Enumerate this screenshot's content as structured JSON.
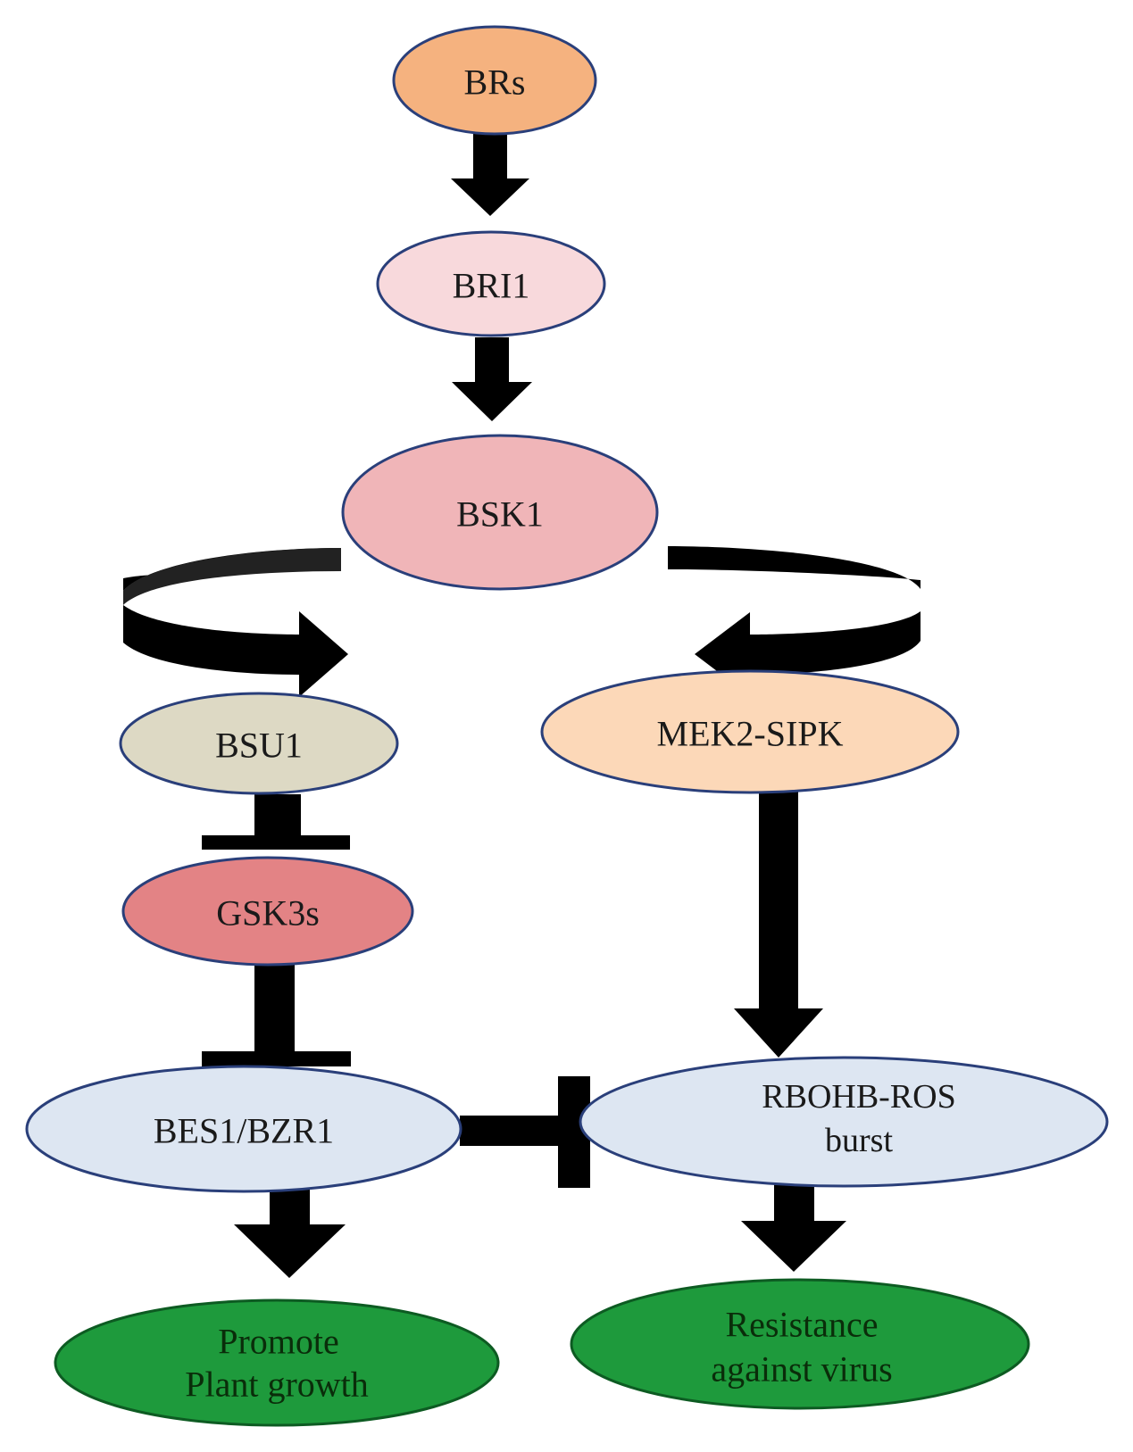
{
  "diagram": {
    "nodes": {
      "brs": {
        "label": "BRs",
        "color": "#f5b27f"
      },
      "bri1": {
        "label": "BRI1",
        "color": "#f8d9dc"
      },
      "bsk1": {
        "label": "BSK1",
        "color": "#f0b5b8"
      },
      "bsu1": {
        "label": "BSU1",
        "color": "#ddd9c4"
      },
      "mek2_sipk": {
        "label": "MEK2-SIPK",
        "color": "#fcd8b8"
      },
      "gsk3s": {
        "label": "GSK3s",
        "color": "#e38385"
      },
      "bes1_bzr1": {
        "label": "BES1/BZR1",
        "color": "#dde6f2"
      },
      "rbohb_ros": {
        "label_line1": "RBOHB-ROS",
        "label_line2": "burst",
        "color": "#dde6f2"
      },
      "promote_growth": {
        "label_line1": "Promote",
        "label_line2": "Plant growth",
        "color": "#1e9a3c"
      },
      "resistance_virus": {
        "label_line1": "Resistance",
        "label_line2": "against virus",
        "color": "#1e9a3c"
      }
    },
    "edges": [
      {
        "from": "BRs",
        "to": "BRI1",
        "type": "activation"
      },
      {
        "from": "BRI1",
        "to": "BSK1",
        "type": "activation"
      },
      {
        "from": "BSK1",
        "to": "BSU1",
        "type": "activation"
      },
      {
        "from": "BSK1",
        "to": "MEK2-SIPK",
        "type": "activation"
      },
      {
        "from": "BSU1",
        "to": "GSK3s",
        "type": "inhibition"
      },
      {
        "from": "GSK3s",
        "to": "BES1/BZR1",
        "type": "inhibition"
      },
      {
        "from": "MEK2-SIPK",
        "to": "RBOHB-ROS burst",
        "type": "activation"
      },
      {
        "from": "BES1/BZR1",
        "to": "RBOHB-ROS burst",
        "type": "inhibition"
      },
      {
        "from": "BES1/BZR1",
        "to": "Promote Plant growth",
        "type": "activation"
      },
      {
        "from": "RBOHB-ROS burst",
        "to": "Resistance against virus",
        "type": "activation"
      }
    ],
    "colors": {
      "arrow": "#000000",
      "node_outline": "#2a3f7a",
      "green_outline": "#0d5b22"
    }
  }
}
